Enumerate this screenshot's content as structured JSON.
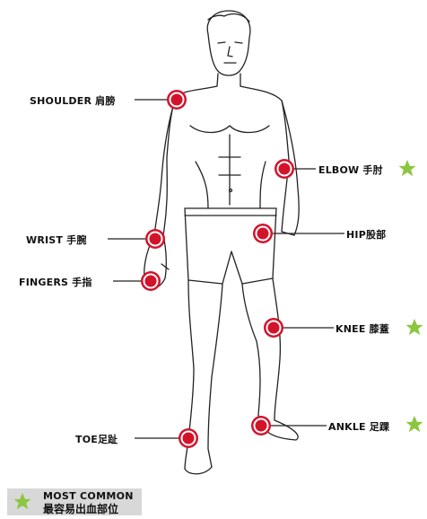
{
  "labels": {
    "shoulder": "SHOULDER 肩膀",
    "elbow": "ELBOW 手肘",
    "wrist": "WRIST 手腕",
    "hip": "HIP股部",
    "fingers": "FINGERS 手指",
    "knee": "KNEE 膝蓋",
    "ankle": "ANKLE 足踝",
    "toe": "TOE足趾"
  },
  "most_common": [
    "elbow",
    "knee",
    "ankle"
  ],
  "legend": {
    "line1": "MOST COMMON",
    "line2": "最容易出血部位"
  },
  "colors": {
    "marker": "#d3132a",
    "star": "#8cc63e",
    "legend_bg": "#d8d8d8"
  }
}
